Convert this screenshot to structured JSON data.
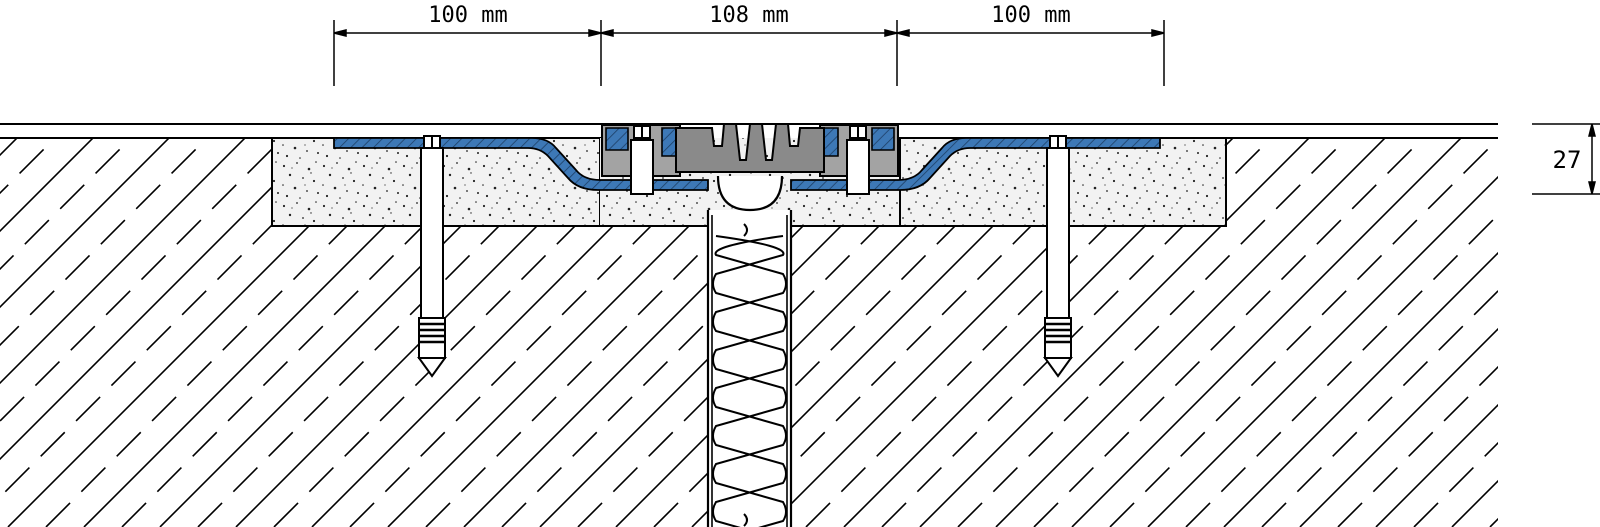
{
  "dimensions": {
    "left": "100 mm",
    "center": "108 mm",
    "right": "100 mm",
    "height": "27"
  },
  "colors": {
    "line": "#000000",
    "blue_flange": "#3d78b6",
    "grey_seal": "#8a8a8a",
    "grey_frame": "#a3a3a3",
    "mortar": "#f2f2f2",
    "background": "#ffffff"
  }
}
